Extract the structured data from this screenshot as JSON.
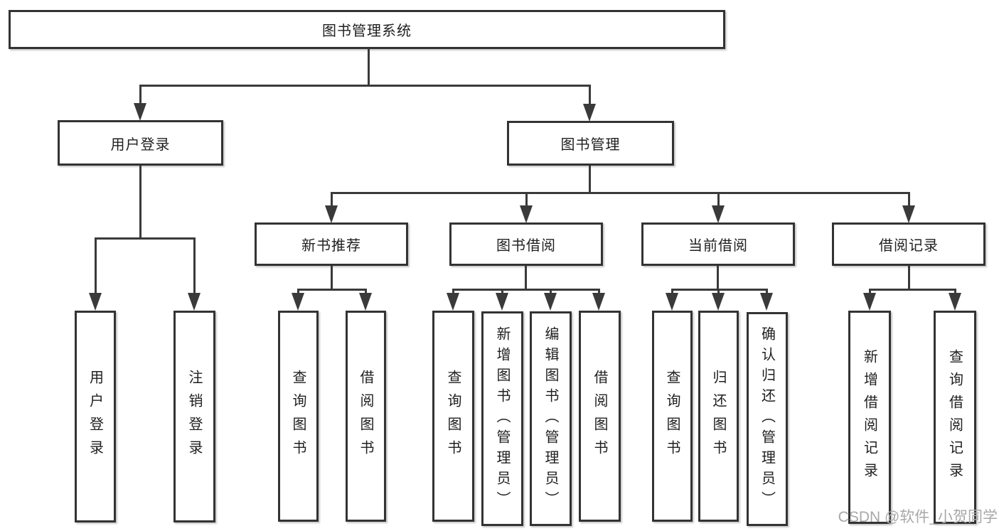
{
  "tree": {
    "root": {
      "label": "图书管理系统",
      "children": [
        {
          "label": "用户登录",
          "children": [
            {
              "label": "用户登录"
            },
            {
              "label": "注销登录"
            }
          ]
        },
        {
          "label": "图书管理",
          "children": [
            {
              "label": "新书推荐",
              "children": [
                {
                  "label": "查询图书"
                },
                {
                  "label": "借阅图书"
                }
              ]
            },
            {
              "label": "图书借阅",
              "children": [
                {
                  "label": "查询图书"
                },
                {
                  "label": "新增图书（管理员）"
                },
                {
                  "label": "编辑图书（管理员）"
                },
                {
                  "label": "借阅图书"
                }
              ]
            },
            {
              "label": "当前借阅",
              "children": [
                {
                  "label": "查询图书"
                },
                {
                  "label": "归还图书"
                },
                {
                  "label": "确认归还（管理员）"
                }
              ]
            },
            {
              "label": "借阅记录",
              "children": [
                {
                  "label": "新增借阅记录"
                },
                {
                  "label": "查询借阅记录"
                }
              ]
            }
          ]
        }
      ]
    }
  },
  "watermark": "CSDN @软件_小贺同学",
  "colors": {
    "line": "#3a3a3a",
    "border": "#333333",
    "text": "#1f1f1f",
    "watermark_text": "#a8a8a8",
    "background": "#ffffff"
  }
}
